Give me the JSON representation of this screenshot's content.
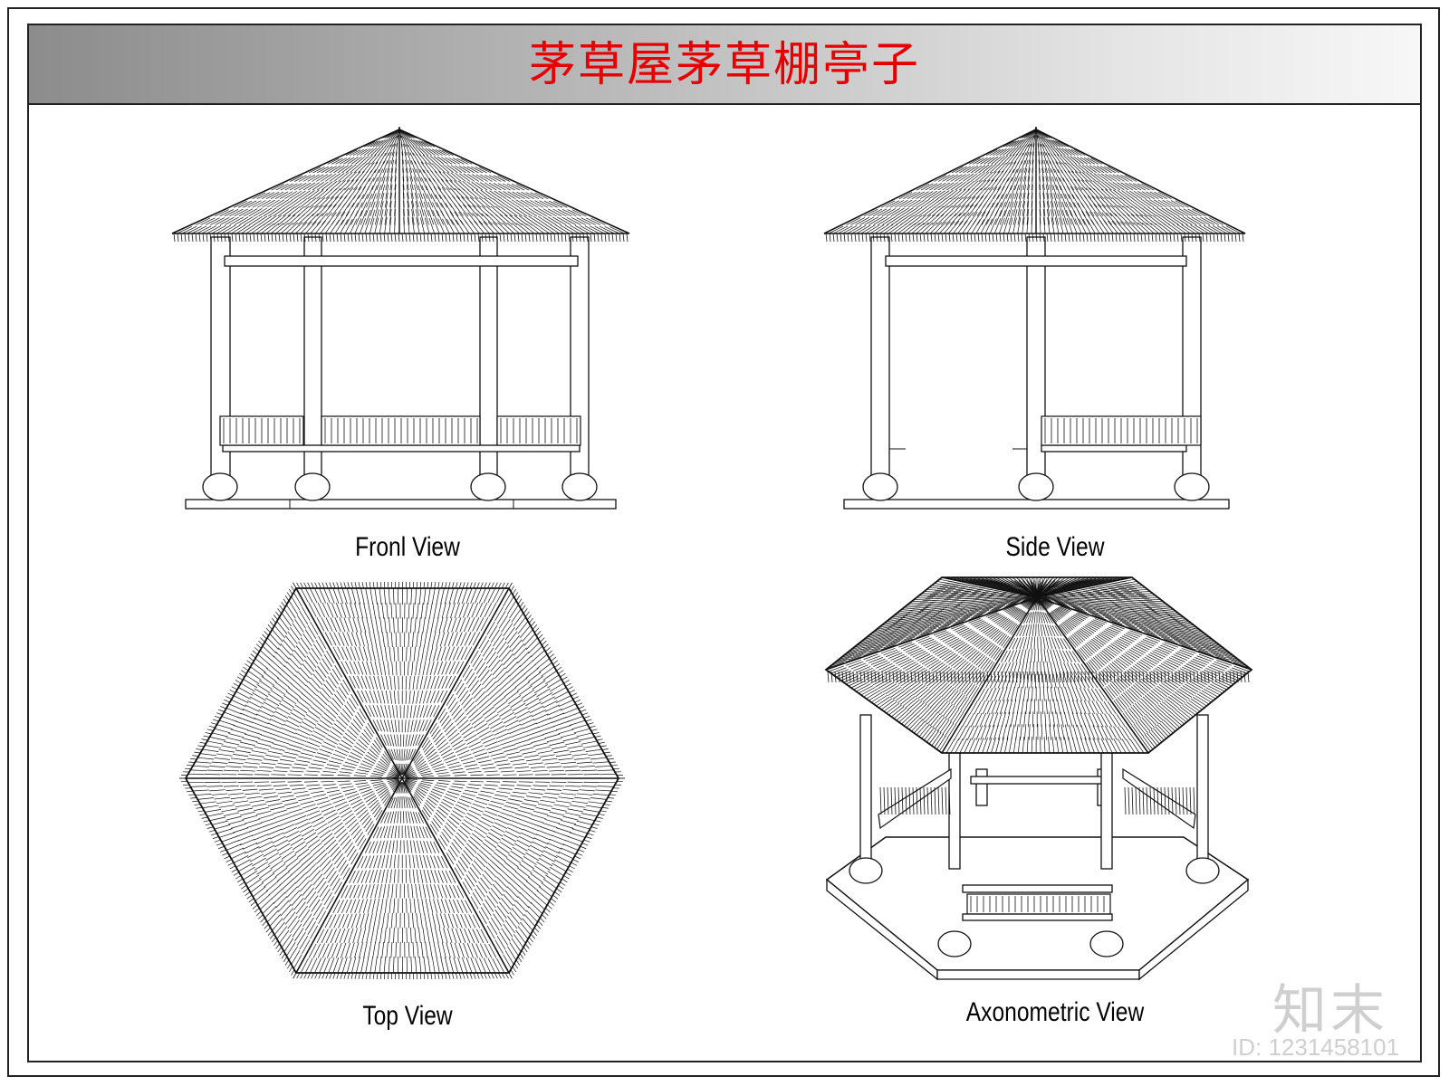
{
  "title": "茅草屋茅草棚亭子",
  "views": {
    "front": "Fronl View",
    "side": "Side View",
    "top": "Top View",
    "axonometric": "Axonometric View"
  },
  "watermark": {
    "logo": "知末",
    "id": "ID: 1231458101"
  },
  "colors": {
    "title": "#e60000",
    "line": "#111111",
    "band_dark": "#8c8c8c",
    "band_light": "#f7f7f7"
  }
}
